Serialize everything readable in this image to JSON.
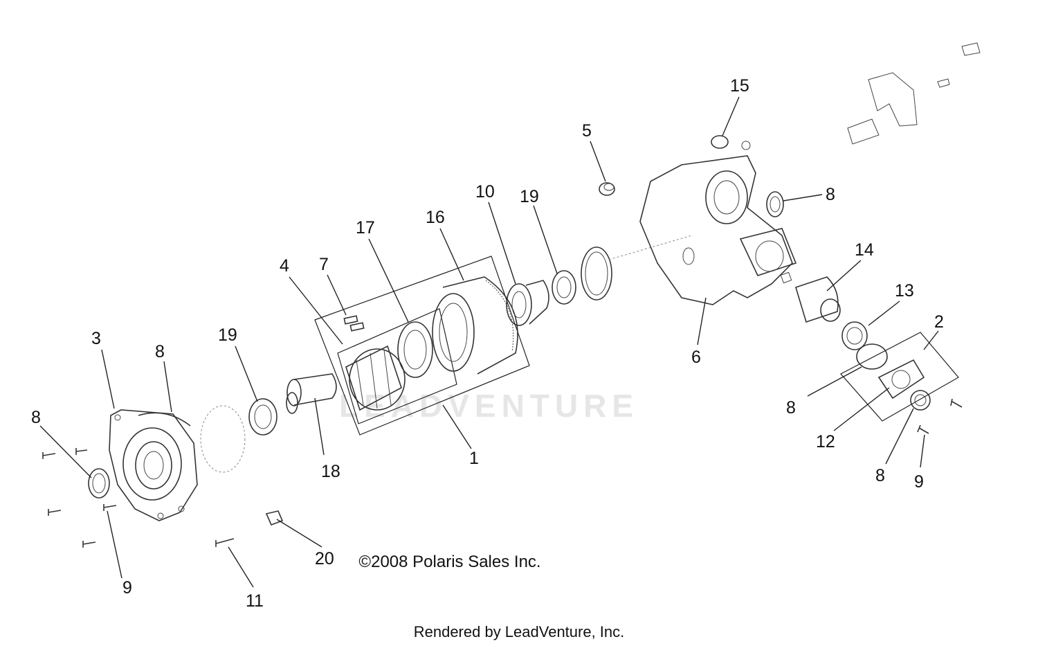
{
  "watermark": "LEADVENTURE",
  "copyright": "©2008  Polaris Sales Inc.",
  "rendered_by": "Rendered by LeadVenture, Inc.",
  "callouts": {
    "c1": "1",
    "c2": "2",
    "c3": "3",
    "c4": "4",
    "c5": "5",
    "c6": "6",
    "c7": "7",
    "c8a": "8",
    "c8b": "8",
    "c8c": "8",
    "c8d": "8",
    "c8e": "8",
    "c9a": "9",
    "c9b": "9",
    "c10": "10",
    "c11": "11",
    "c12": "12",
    "c13": "13",
    "c14": "14",
    "c15": "15",
    "c16": "16",
    "c17": "17",
    "c18": "18",
    "c19a": "19",
    "c19b": "19",
    "c20": "20"
  }
}
